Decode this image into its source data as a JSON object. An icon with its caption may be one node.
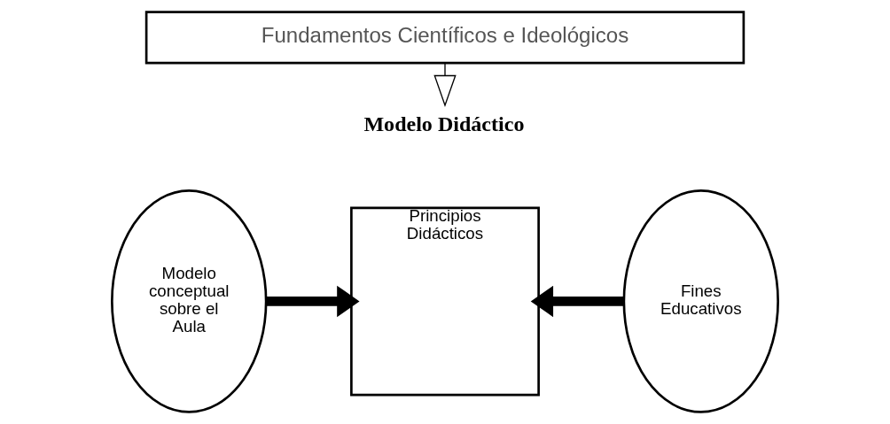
{
  "diagram": {
    "nodes": [
      {
        "text": [
          "Fundamentos Científicos e Ideológicos"
        ]
      },
      {
        "text": [
          "Modelo Didáctico"
        ]
      },
      {
        "text": [
          "Modelo conceptual sobre el Aula"
        ]
      },
      {
        "text": [
          "Principios Didácticos"
        ]
      },
      {
        "text": [
          "Fines Educativos"
        ]
      }
    ],
    "edges": [
      {
        "from": 0,
        "to": 1,
        "arrow": "to"
      },
      {
        "from": 2,
        "to": 3,
        "arrow": "to"
      },
      {
        "from": 4,
        "to": 3,
        "arrow": "to"
      }
    ]
  }
}
